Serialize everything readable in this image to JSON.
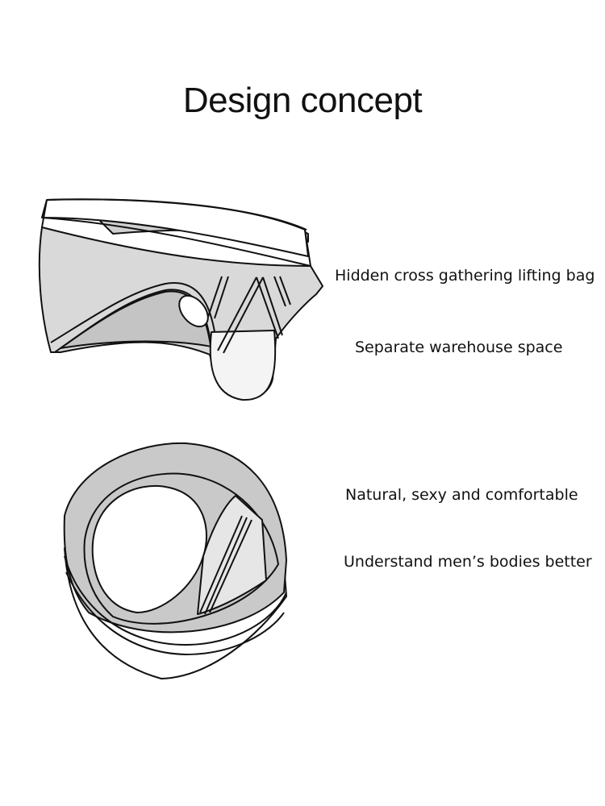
{
  "title": "Design concept",
  "illustrations": [
    {
      "name": "brief-side-view",
      "description": "Brief with hidden cross-strap lifting pouch"
    },
    {
      "name": "brief-top-view",
      "description": "Top-down view of brief showing separate pouch compartment"
    }
  ],
  "features": [
    {
      "label": "Hidden cross gathering lifting bag"
    },
    {
      "label": "Separate warehouse space"
    },
    {
      "label": "Natural, sexy and comfortable"
    },
    {
      "label": "Understand men’s bodies better"
    }
  ],
  "colors": {
    "fill_gray": "#cfcfcf",
    "fill_light": "#e6e6e6",
    "stroke": "#111111",
    "background": "#ffffff"
  }
}
